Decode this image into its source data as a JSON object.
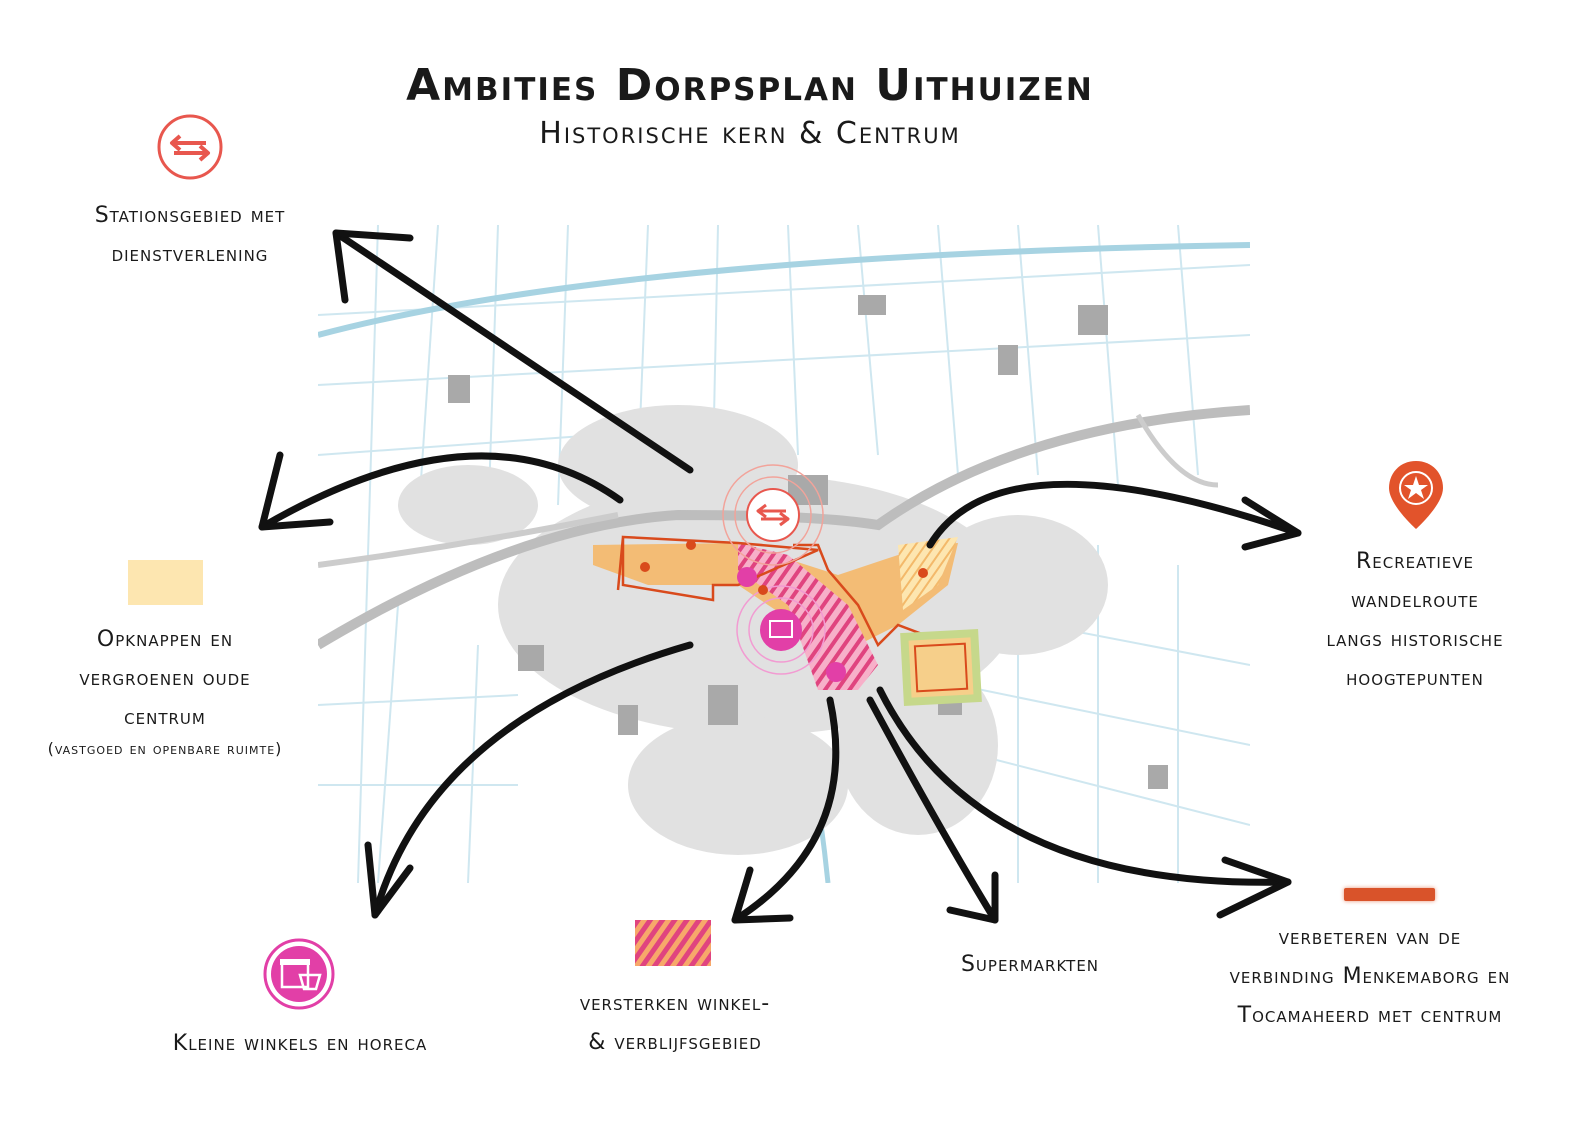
{
  "title": "Ambities Dorpsplan Uithuizen",
  "subtitle": "Historische kern & Centrum",
  "colors": {
    "station": "#e8574e",
    "old_center": "#fde6b0",
    "shopping_area": "#e0447f",
    "small_shops": "#e23fa7",
    "walk_route": "#d94a1c",
    "connection": "#d9532a",
    "water": "#d4ecf3",
    "built_area": "#c9c9c9"
  },
  "legend": {
    "station": {
      "icon": "ns-train-logo-icon",
      "lines": [
        "Stationsgebied met",
        "dienstverlening"
      ]
    },
    "old_center": {
      "icon": "orange-swatch",
      "lines": [
        "Opknappen en",
        "vergroenen oude",
        "centrum"
      ],
      "note": "(vastgoed en openbare ruimte)"
    },
    "recreational_route": {
      "icon": "location-pin-star-icon",
      "lines": [
        "Recreatieve",
        "wandelroute",
        "langs historische",
        "hoogtepunten"
      ]
    },
    "small_shops": {
      "icon": "shop-basket-icon",
      "lines": [
        "Kleine winkels en horeca"
      ]
    },
    "shopping_area": {
      "icon": "pink-hatch-swatch",
      "lines": [
        "versterken winkel-",
        "& verblijfsgebied"
      ]
    },
    "supermarkets": {
      "icon": "shopping-cart-icon",
      "lines": [
        "Supermarkten"
      ]
    },
    "connection": {
      "icon": "red-line-swatch",
      "lines": [
        "verbeteren van de",
        "verbinding Menkemaborg en",
        "Tocamaheerd met centrum"
      ]
    }
  }
}
